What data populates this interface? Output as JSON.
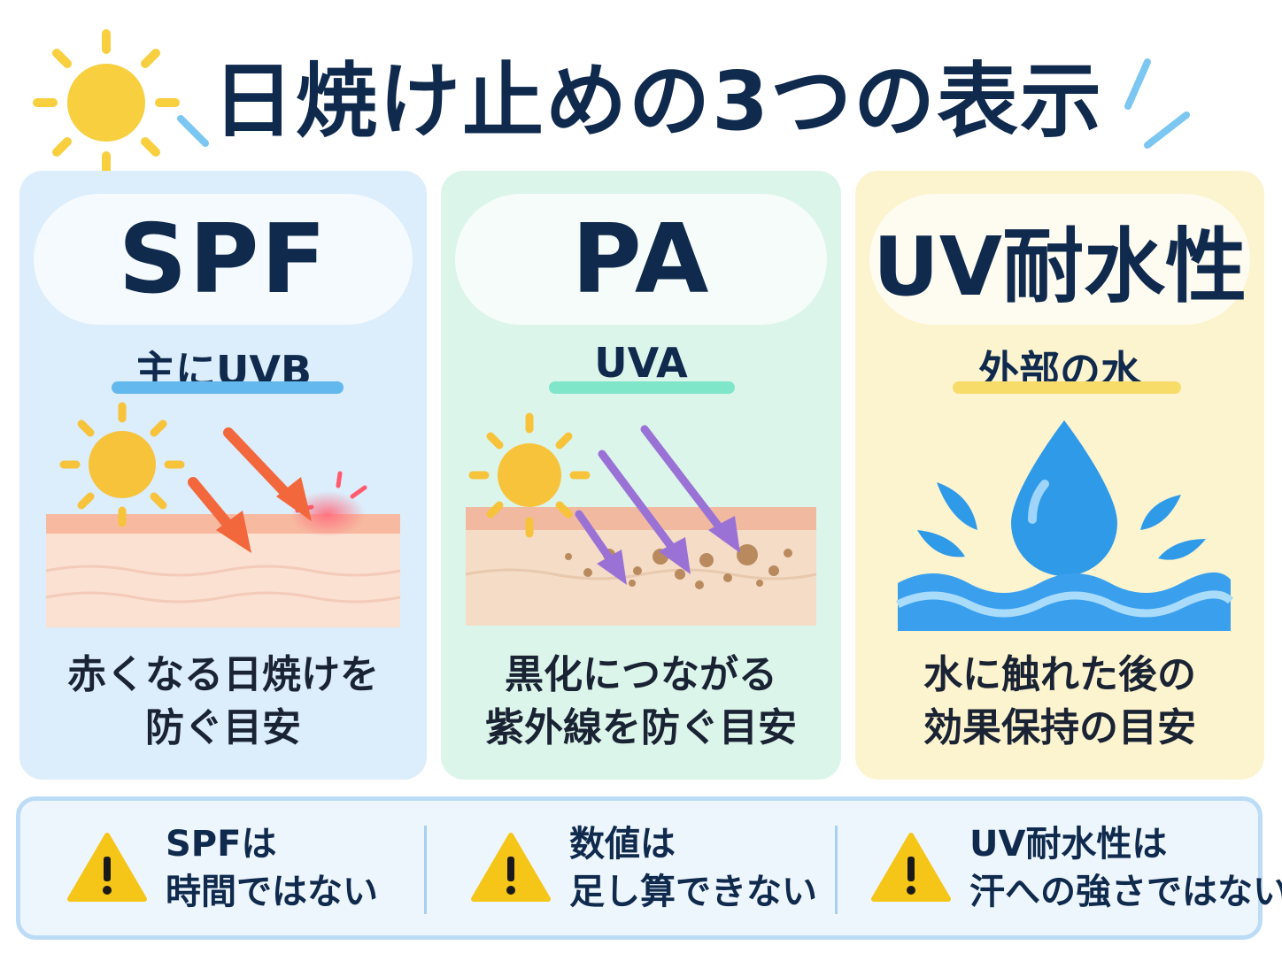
{
  "title": "日焼け止めの3つの表示",
  "colors": {
    "navy": "#0f2a4d",
    "sun": "#f7c33b",
    "uvb_arrow": "#f2673b",
    "uva_arrow": "#9a72d6",
    "water": "#2f9ae8",
    "warning": "#f5c518"
  },
  "panels": [
    {
      "label": "SPF",
      "subtitle": "主にUVB",
      "description_line1": "赤くなる日焼けを",
      "description_line2": "防ぐ目安",
      "icon": "sun-uvb-skin-icon"
    },
    {
      "label": "PA",
      "subtitle": "UVA",
      "description_line1": "黒化につながる",
      "description_line2": "紫外線を防ぐ目安",
      "icon": "sun-uva-skin-icon"
    },
    {
      "label": "UV耐水性",
      "subtitle": "外部の水",
      "description_line1": "水に触れた後の",
      "description_line2": "効果保持の目安",
      "icon": "water-drop-icon"
    }
  ],
  "notes": [
    {
      "line1": "SPFは",
      "line2": "時間ではない",
      "icon": "warning-icon"
    },
    {
      "line1": "数値は",
      "line2": "足し算できない",
      "icon": "warning-icon"
    },
    {
      "line1": "UV耐水性は",
      "line2": "汗への強さではない",
      "icon": "warning-icon"
    }
  ]
}
